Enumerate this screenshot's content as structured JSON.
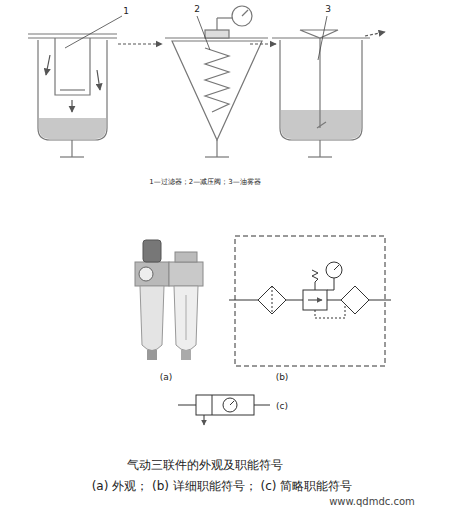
{
  "diagram": {
    "caption": "气动三联件的外观及职能符号",
    "labels": [
      "1",
      "2",
      "3",
      "1—过滤器；2—减压阀；3—油雾器",
      "(a)",
      "(b)",
      "(c)",
      "(a) 外观； (b) 详细职能符号； (c) 简略职能符号",
      "www.qdmdc.com"
    ]
  }
}
